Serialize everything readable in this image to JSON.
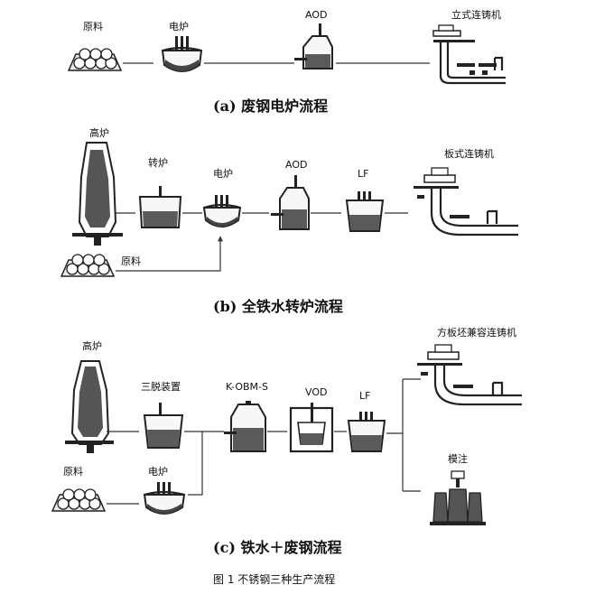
{
  "figure_caption": "图 1  不锈钢三种生产流程",
  "process_a": {
    "caption": "(a) 废钢电炉流程",
    "labels": {
      "raw_material": "原料",
      "electric_furnace": "电炉",
      "aod": "AOD",
      "caster": "立式连铸机"
    }
  },
  "process_b": {
    "caption": "(b) 全铁水转炉流程",
    "labels": {
      "blast_furnace": "高炉",
      "converter": "转炉",
      "electric_furnace": "电炉",
      "aod": "AOD",
      "lf": "LF",
      "caster": "板式连铸机",
      "raw_material": "原料"
    }
  },
  "process_c": {
    "caption": "(c) 铁水＋废钢流程",
    "labels": {
      "blast_furnace": "高炉",
      "triple_removal": "三脱装置",
      "k_obm_s": "K-OBM-S",
      "vod": "VOD",
      "lf": "LF",
      "caster": "方板坯兼容连铸机",
      "raw_material": "原料",
      "electric_furnace": "电炉",
      "ingot": "模注"
    }
  },
  "colors": {
    "ink": "#111111",
    "metal": "#444444",
    "background": "#ffffff"
  }
}
